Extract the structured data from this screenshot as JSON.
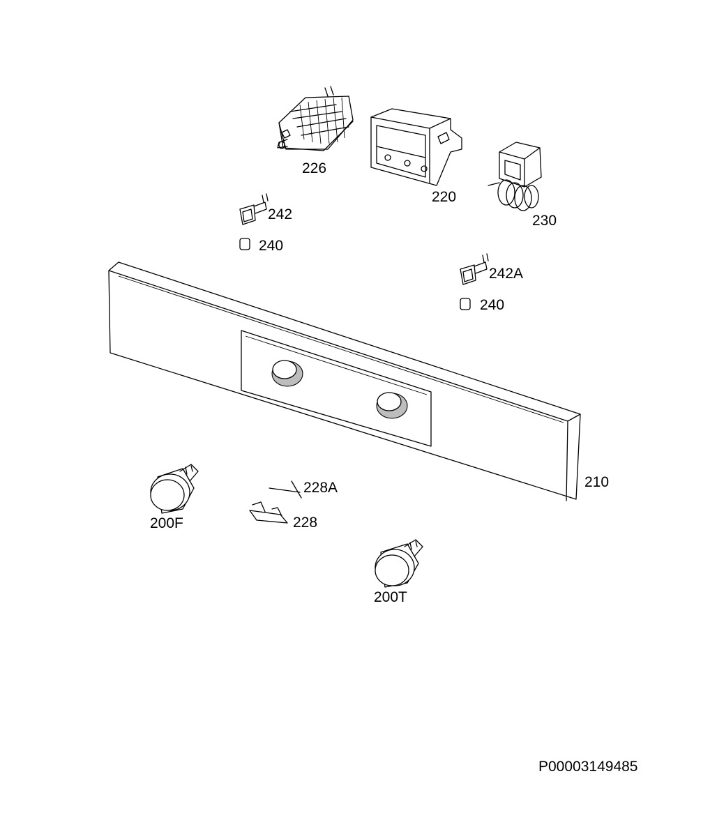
{
  "diagram": {
    "document_code": "P00003149485",
    "parts": [
      {
        "id": "226",
        "label": "226"
      },
      {
        "id": "220",
        "label": "220"
      },
      {
        "id": "230",
        "label": "230"
      },
      {
        "id": "242",
        "label": "242"
      },
      {
        "id": "240a",
        "label": "240"
      },
      {
        "id": "242A",
        "label": "242A"
      },
      {
        "id": "240b",
        "label": "240"
      },
      {
        "id": "210",
        "label": "210"
      },
      {
        "id": "228A",
        "label": "228A"
      },
      {
        "id": "228",
        "label": "228"
      },
      {
        "id": "200F",
        "label": "200F"
      },
      {
        "id": "200T",
        "label": "200T"
      }
    ]
  }
}
